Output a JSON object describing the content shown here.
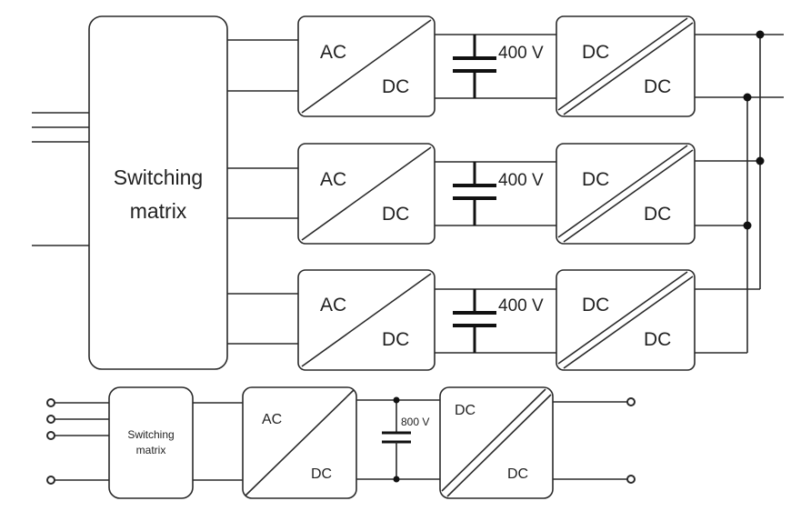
{
  "colors": {
    "line": "#2a2a2a",
    "background": "#ffffff"
  },
  "top": {
    "matrix_line1": "Switching",
    "matrix_line2": "matrix",
    "rows": [
      {
        "in": "AC",
        "out": "DC",
        "cap": "400 V",
        "dc_in": "DC",
        "dc_out": "DC"
      },
      {
        "in": "AC",
        "out": "DC",
        "cap": "400 V",
        "dc_in": "DC",
        "dc_out": "DC"
      },
      {
        "in": "AC",
        "out": "DC",
        "cap": "400 V",
        "dc_in": "DC",
        "dc_out": "DC"
      }
    ]
  },
  "bottom": {
    "matrix_line1": "Switching",
    "matrix_line2": "matrix",
    "acdc_in": "AC",
    "acdc_out": "DC",
    "cap": "800 V",
    "dcdc_in": "DC",
    "dcdc_out": "DC"
  }
}
